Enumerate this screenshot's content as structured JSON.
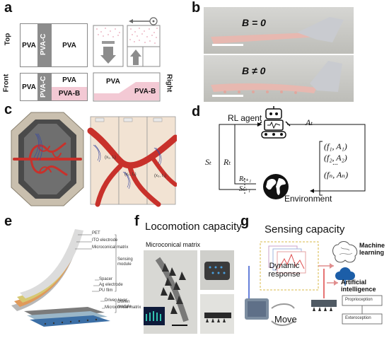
{
  "panels": {
    "a": {
      "letter": "a",
      "top_label": "Top",
      "front_label": "Front",
      "right_label": "Right",
      "pva": "PVA",
      "pva_c": "PVA-C",
      "pva_b": "PVA-B",
      "colors": {
        "pva_c": "#8c8c8c",
        "pva_b": "#f3c9d4",
        "border": "#888888"
      }
    },
    "b": {
      "letter": "b",
      "label_off": "B = 0",
      "label_on": "B ≠ 0"
    },
    "c": {
      "letter": "c",
      "tags": [
        "(x₁, t₁)",
        "(x₂, t₂)",
        "(x₃, t₃)"
      ]
    },
    "d": {
      "letter": "d",
      "agent": "RL agent",
      "environment": "Environment",
      "action": "Aₜ",
      "state": "Sₜ",
      "reward": "Rₜ",
      "reward_next": "Rₜ₊₁",
      "state_next": "Sₜ₊₁",
      "matrix_rows": [
        "(f₁, A₁)",
        "(f₂, A₂)",
        "(fₙ, Aₙ)"
      ],
      "matrix_dots": "···"
    },
    "e": {
      "letter": "e",
      "layers": [
        "PET",
        "ITO electrode",
        "Microconical matrix",
        "Spacer",
        "Ag electrode",
        "PU film",
        "Driven layer",
        "Microconical matrix"
      ],
      "sensing_module": "Sensing module",
      "driven_module": "Driven module"
    },
    "f": {
      "letter": "f",
      "title": "Locomotion capacity",
      "subtitle": "Microconical matrix"
    },
    "g": {
      "letter": "g",
      "title": "Sensing capacity",
      "dynamic": "Dynamic response",
      "move": "Move",
      "ml": "Machine learning",
      "ai": "Artificial intelligence",
      "proprio": "Proprioception",
      "extero": "Exteroception"
    }
  }
}
